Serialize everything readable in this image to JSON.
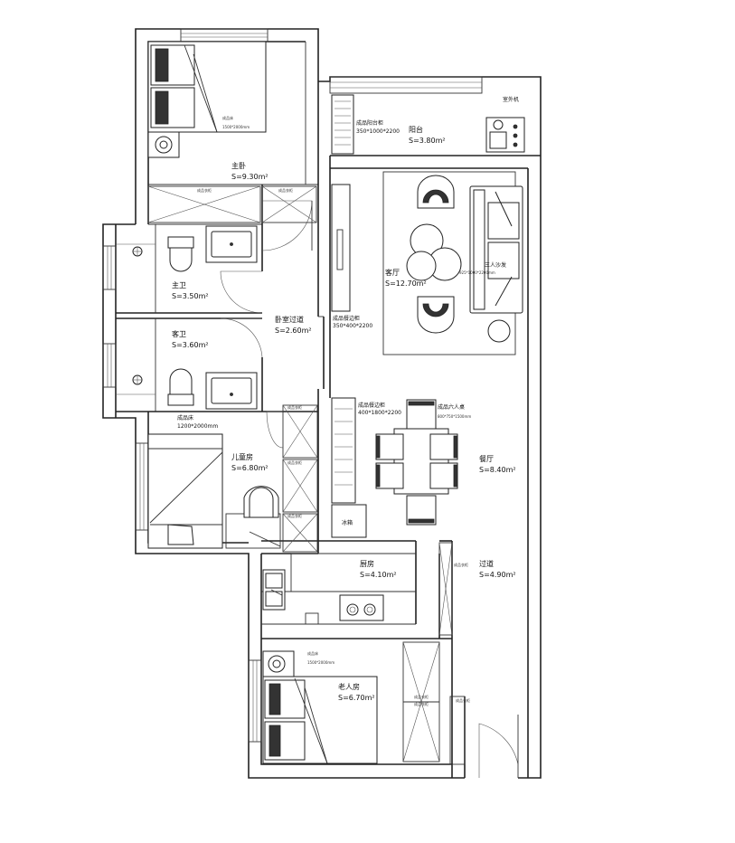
{
  "rooms": {
    "master_bed": {
      "name": "主卧",
      "area": "S=9.30m²",
      "bed": "成品床",
      "bed_size": "1500*2000mm"
    },
    "balcony": {
      "name": "阳台",
      "area": "S=3.80m²",
      "cabinet": "成品阳台柜",
      "cabinet_size": "350*1000*2200"
    },
    "outdoor_unit": "室外机",
    "master_bath": {
      "name": "主卫",
      "area": "S=3.50m²"
    },
    "guest_bath": {
      "name": "客卫",
      "area": "S=3.60m²"
    },
    "bedroom_corridor": {
      "name": "卧室过道",
      "area": "S=2.60m²"
    },
    "living": {
      "name": "客厅",
      "area": "S=12.70m²",
      "sofa": "三人沙发",
      "sofa_size": "925*1000*2200mm",
      "cabinet": "成品餐边柜",
      "cabinet_size": "350*400*2200"
    },
    "kids": {
      "name": "儿童房",
      "area": "S=6.80m²",
      "bed": "成品床",
      "bed_size": "1200*2000mm"
    },
    "dining": {
      "name": "餐厅",
      "area": "S=8.40m²",
      "cabinet": "成品餐边柜",
      "cabinet_size": "400*1800*2200",
      "table": "成品六人桌",
      "table_size": "800*750*1500mm",
      "fridge": "冰箱"
    },
    "kitchen": {
      "name": "厨房",
      "area": "S=4.10m²"
    },
    "corridor": {
      "name": "过道",
      "area": "S=4.90m²"
    },
    "elder": {
      "name": "老人房",
      "area": "S=6.70m²",
      "bed": "成品床",
      "bed_size": "1500*2000mm"
    }
  },
  "wardrobe_label": "成品衣柜"
}
